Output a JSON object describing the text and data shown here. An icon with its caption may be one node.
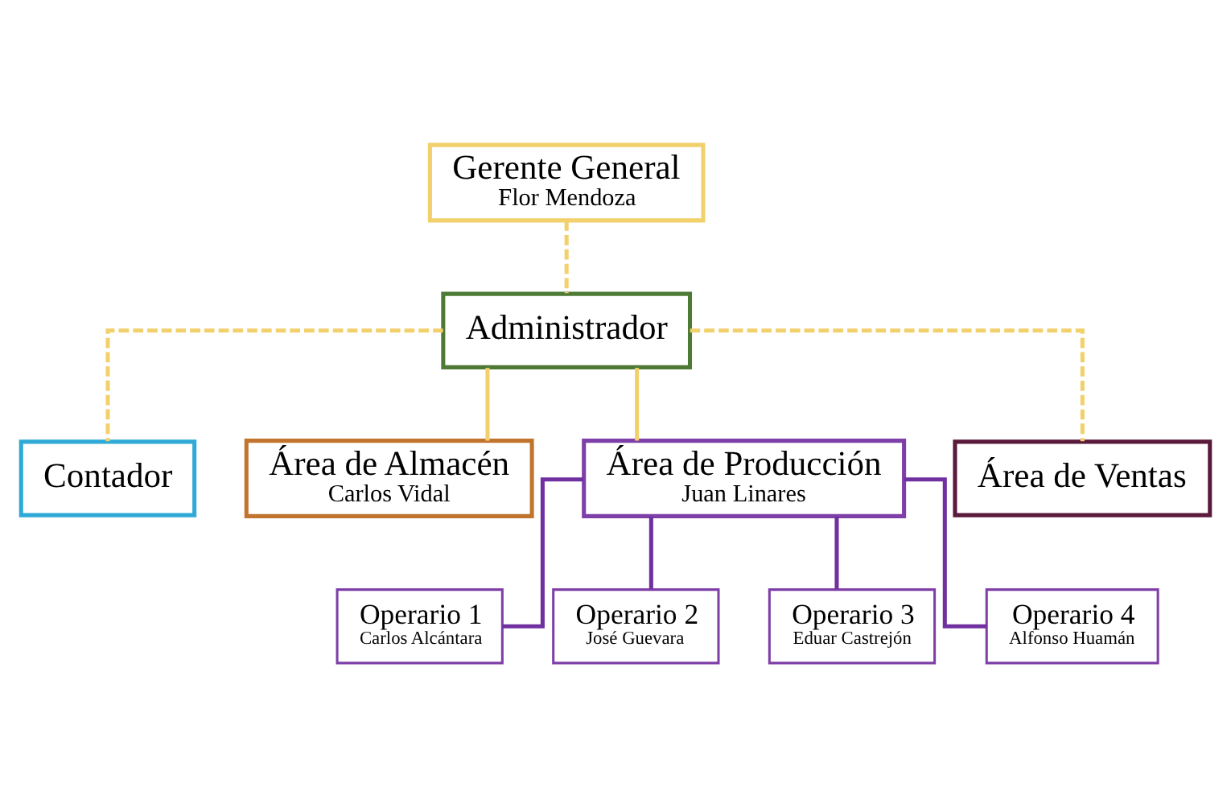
{
  "diagram": {
    "nodes": [
      {
        "text": [
          "Gerente General",
          "Flor Mendoza"
        ]
      },
      {
        "text": [
          "Administrador"
        ]
      },
      {
        "text": [
          "Contador"
        ]
      },
      {
        "text": [
          "Área de Almacén",
          "Carlos Vidal"
        ]
      },
      {
        "text": [
          "Área de Producción",
          "Juan Linares"
        ]
      },
      {
        "text": [
          "Área de Ventas"
        ]
      },
      {
        "text": [
          "Operario 1",
          "Carlos Alcántara"
        ]
      },
      {
        "text": [
          "Operario 2",
          "José Guevara"
        ]
      },
      {
        "text": [
          "Operario 3",
          "Eduar Castrejón"
        ]
      },
      {
        "text": [
          "Operario 4",
          "Alfonso Huamán"
        ]
      }
    ],
    "edges": [
      {
        "from": 0,
        "to": 1,
        "arrow": "none",
        "style": "dashed"
      },
      {
        "from": 1,
        "to": 2,
        "arrow": "none",
        "style": "dashed"
      },
      {
        "from": 1,
        "to": 3,
        "arrow": "none"
      },
      {
        "from": 1,
        "to": 4,
        "arrow": "none"
      },
      {
        "from": 1,
        "to": 5,
        "arrow": "none",
        "style": "dashed"
      },
      {
        "from": 4,
        "to": 6,
        "arrow": "none",
        "color": "#7030a0"
      },
      {
        "from": 4,
        "to": 7,
        "arrow": "none",
        "color": "#7030a0"
      },
      {
        "from": 4,
        "to": 8,
        "arrow": "none",
        "color": "#7030a0"
      },
      {
        "from": 4,
        "to": 9,
        "arrow": "none",
        "color": "#7030a0"
      }
    ]
  }
}
